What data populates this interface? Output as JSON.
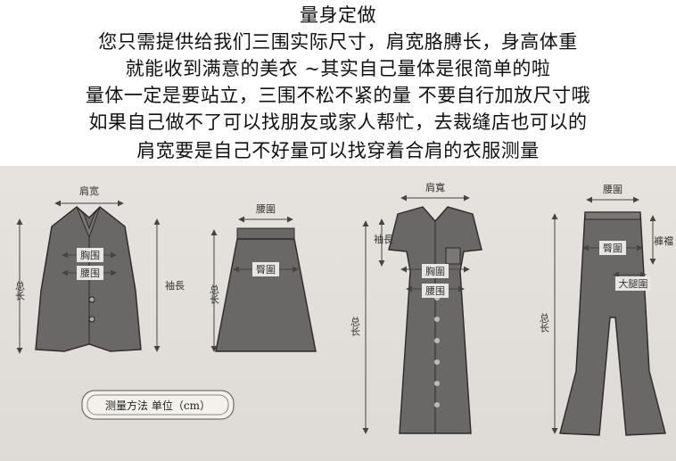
{
  "instructions": {
    "title": "量身定做",
    "lines": [
      "您只需提供给我们三围实际尺寸，肩宽胳膊长，身高体重",
      "就能收到满意的美衣 ~其实自己量体是很简单的啦",
      "量体一定是要站立，三围不松不紧的量  不要自行加放尺寸哦",
      "如果自己做不了可以找朋友或家人帮忙，去裁缝店也可以的",
      "肩宽要是自己不好量可以找穿着合肩的衣服测量"
    ]
  },
  "diagram": {
    "jacket": {
      "shoulder": "肩宽",
      "bust": "胸围",
      "waist": "腰围",
      "sleeve": "袖長",
      "length": "总长"
    },
    "skirt": {
      "waist": "腰圍",
      "hip": "臀圍",
      "length": "总长"
    },
    "dress": {
      "shoulder": "肩寬",
      "sleeve": "袖長",
      "bust": "胸圍",
      "waist": "腰围",
      "length": "总长"
    },
    "pants": {
      "waist": "腰圍",
      "hip": "臀圍",
      "rise": "褲襠",
      "thigh": "大腿圍",
      "length": "总长"
    },
    "badge": "测量方法 单位（cm）"
  }
}
